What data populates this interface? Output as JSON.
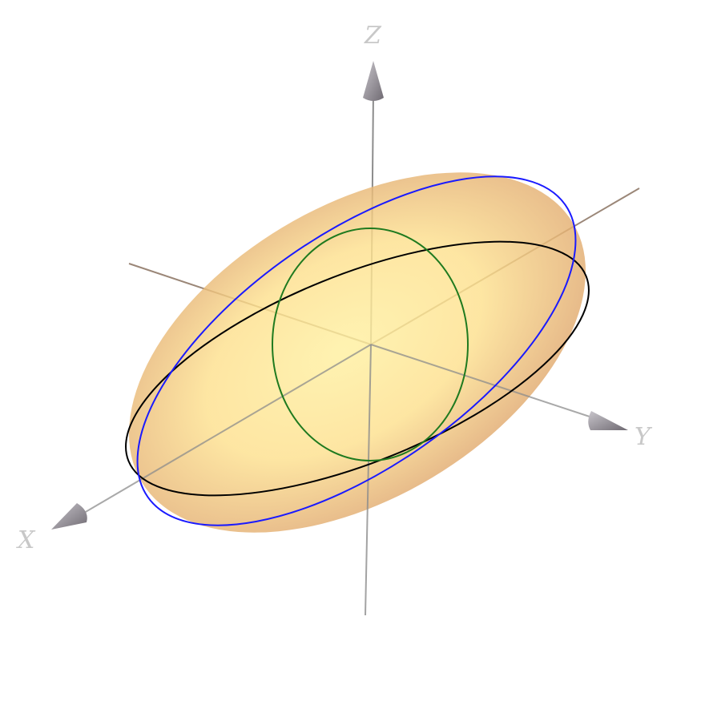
{
  "axes": {
    "x_label": "X",
    "y_label": "Y",
    "z_label": "Z"
  },
  "colors": {
    "background": "#ffffff",
    "axis_line": "#8c8c8c",
    "axis_line_behind": "#9b8778",
    "axis_label": "#c8c8c8",
    "arrow_light": "#c9c6cc",
    "arrow_dark": "#6f6a72",
    "ellipsoid_center": "#fff0a0",
    "ellipsoid_mid": "#fde08e",
    "ellipsoid_edge": "#e0a86e",
    "curve_xy": "#000000",
    "curve_xz": "#1a1aff",
    "curve_yz": "#1f7a1f"
  },
  "curves": [
    {
      "name": "xy-plane-cross-section",
      "color_key": "curve_xy"
    },
    {
      "name": "xz-plane-cross-section",
      "color_key": "curve_xz"
    },
    {
      "name": "yz-plane-cross-section",
      "color_key": "curve_yz"
    }
  ]
}
